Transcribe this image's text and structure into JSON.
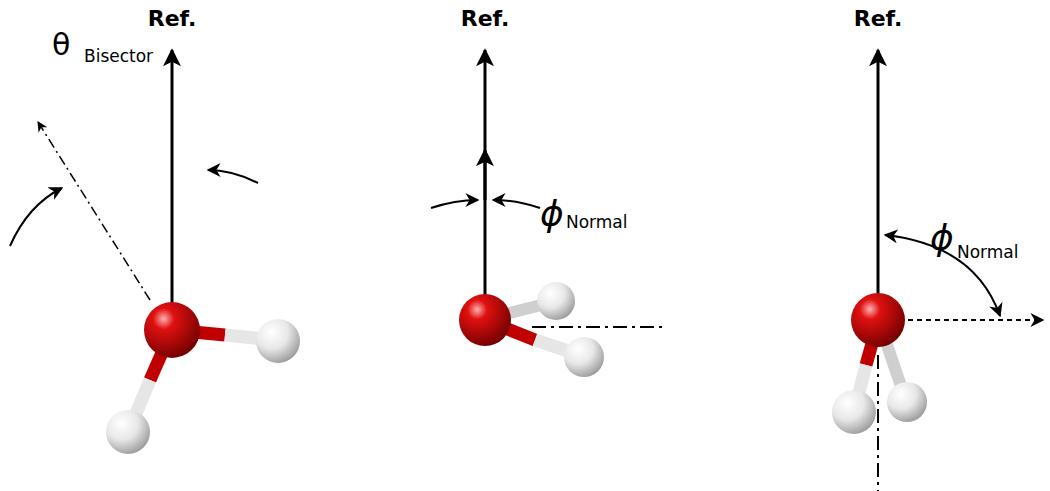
{
  "diagram": {
    "labels": [
      "Ref.",
      "θ",
      "Bisector",
      "Ref.",
      "ϕ",
      "Normal",
      "Ref.",
      "ϕ",
      "Normal"
    ]
  }
}
